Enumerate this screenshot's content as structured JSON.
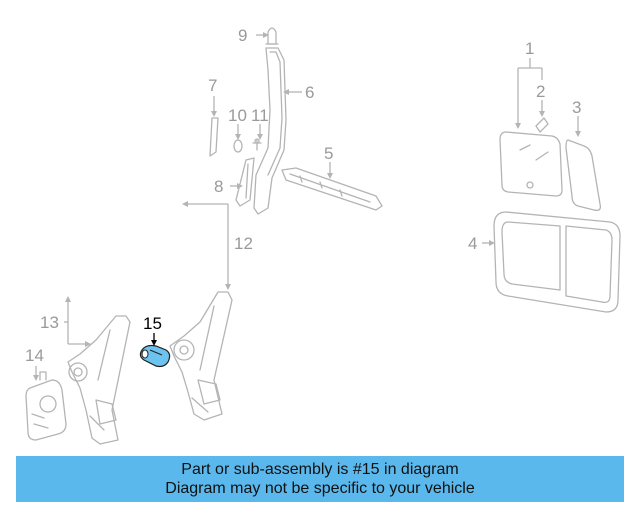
{
  "diagram": {
    "callouts": [
      "1",
      "2",
      "3",
      "4",
      "5",
      "6",
      "7",
      "8",
      "9",
      "10",
      "11",
      "12",
      "13",
      "14",
      "15"
    ],
    "highlighted": "15",
    "highlight_color": "#6cc3f0",
    "part_line_color": "#b4b4b4"
  },
  "banner": {
    "line1": "Part or sub-assembly is #15 in diagram",
    "line2": "Diagram may not be specific to your vehicle",
    "background": "#5bb8ec"
  }
}
